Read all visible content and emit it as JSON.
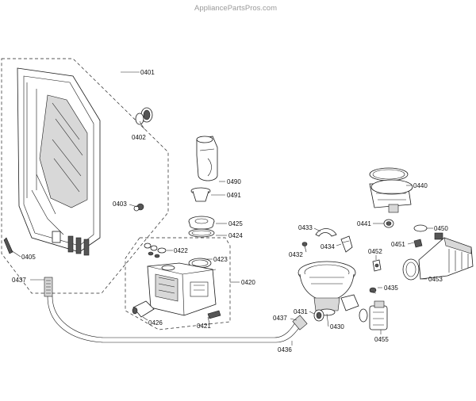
{
  "watermark": "AppliancePartsPros.com",
  "labels": {
    "l0401": "0401",
    "l0402": "0402",
    "l0403": "0403",
    "l0405": "0405",
    "l0437a": "0437",
    "l0490": "0490",
    "l0491": "0491",
    "l0425": "0425",
    "l0424": "0424",
    "l0422": "0422",
    "l0423": "0423",
    "l0420": "0420",
    "l0426": "0426",
    "l0421": "0421",
    "l0433": "0433",
    "l0432": "0432",
    "l0434": "0434",
    "l0452": "0452",
    "l0440": "0440",
    "l0441": "0441",
    "l0450": "0450",
    "l0451": "0451",
    "l0453": "0453",
    "l0435": "0435",
    "l0437b": "0437",
    "l0431": "0431",
    "l0430": "0430",
    "l0436": "0436",
    "l0455": "0455"
  }
}
